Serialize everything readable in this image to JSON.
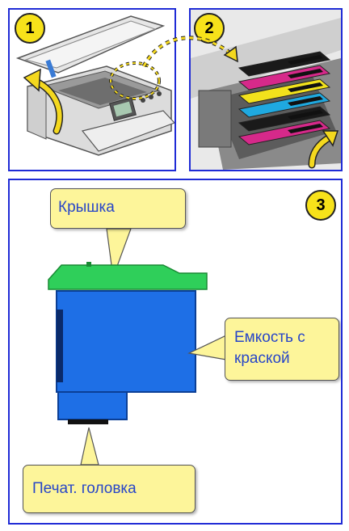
{
  "badges": {
    "step1": "1",
    "step2": "2",
    "step3": "3"
  },
  "labels": {
    "lid": "Крышка",
    "ink_tank_line1": "Емкость с",
    "ink_tank_line2": "краской",
    "print_head": "Печат. головка"
  },
  "colors": {
    "frame_border": "#1f2bd6",
    "badge_fill": "#f7e21a",
    "callout_fill": "#fdf59a",
    "label_text": "#2846c8",
    "cartridge_body": "#1e6fe6",
    "cartridge_lid": "#2fcf5a",
    "arrow_yellow": "#f4d81e"
  },
  "ink_slots": [
    "black",
    "magenta",
    "yellow",
    "cyan",
    "black",
    "magenta"
  ]
}
